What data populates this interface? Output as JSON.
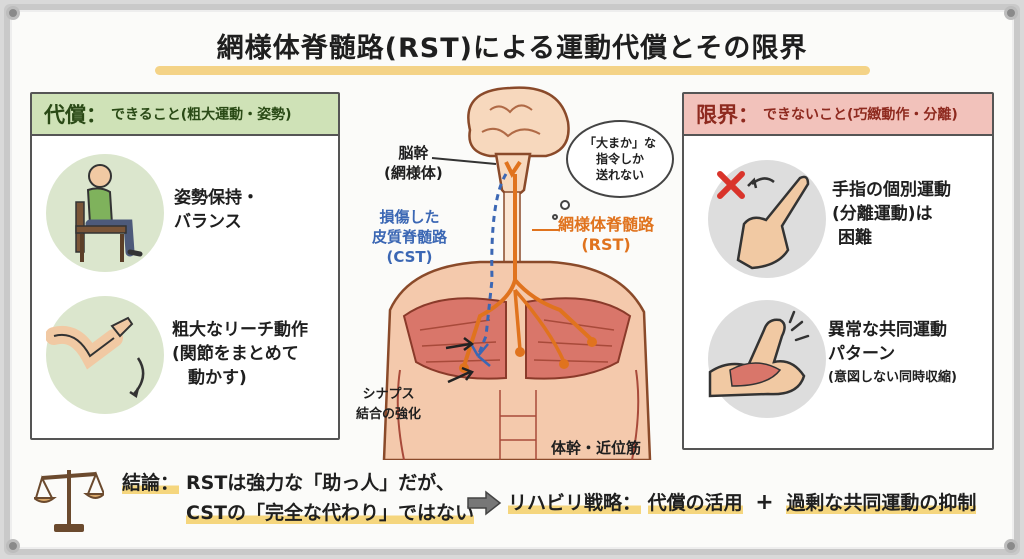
{
  "title": "網様体脊髄路(RST)による運動代償とその限界",
  "left_panel": {
    "head_big": "代償：",
    "head_small": "できること(粗大運動・姿勢)",
    "items": [
      {
        "label_line1": "姿勢保持・",
        "label_line2": "バランス",
        "icon": "seated-person-icon"
      },
      {
        "label_line1": "粗大なリーチ動作",
        "label_line2": "(関節をまとめて",
        "label_line3": "動かす)",
        "icon": "reaching-arm-icon"
      }
    ]
  },
  "right_panel": {
    "head_big": "限界：",
    "head_small": "できないこと(巧緻動作・分離)",
    "items": [
      {
        "label_line1": "手指の個別運動",
        "label_line2": "(分離運動)は",
        "label_line3": "困難",
        "icon": "pointing-finger-icon"
      },
      {
        "label_line1": "異常な共同運動",
        "label_line2": "パターン",
        "label_line3": "(意図しない同時収縮)",
        "icon": "flexed-arm-icon"
      }
    ]
  },
  "center": {
    "brainstem_line1": "脳幹",
    "brainstem_line2": "(網様体)",
    "cst_line1": "損傷した",
    "cst_line2": "皮質脊髄路",
    "cst_line3": "(CST)",
    "rst_line1": "網様体脊髄路",
    "rst_line2": "(RST)",
    "bubble_line1": "「大まか」な",
    "bubble_line2": "指令しか",
    "bubble_line3": "送れない",
    "synapse_line1": "シナプス",
    "synapse_line2": "結合の強化",
    "trunk_label": "体幹・近位筋"
  },
  "bottom": {
    "concl_prefix": "結論：",
    "concl_line1": "RSTは強力な「助っ人」だが、",
    "concl_line2": "CSTの「完全な代わり」ではない",
    "strategy_prefix": "リハビリ戦略：",
    "strategy_a": "代償の活用",
    "plus": "+",
    "strategy_b": "過剰な共同運動の抑制"
  },
  "colors": {
    "cst": "#3b67b4",
    "rst": "#e0731e",
    "green_panel": "#cfe2b7",
    "red_panel": "#f2c2bb",
    "highlight": "#f5d67e"
  }
}
